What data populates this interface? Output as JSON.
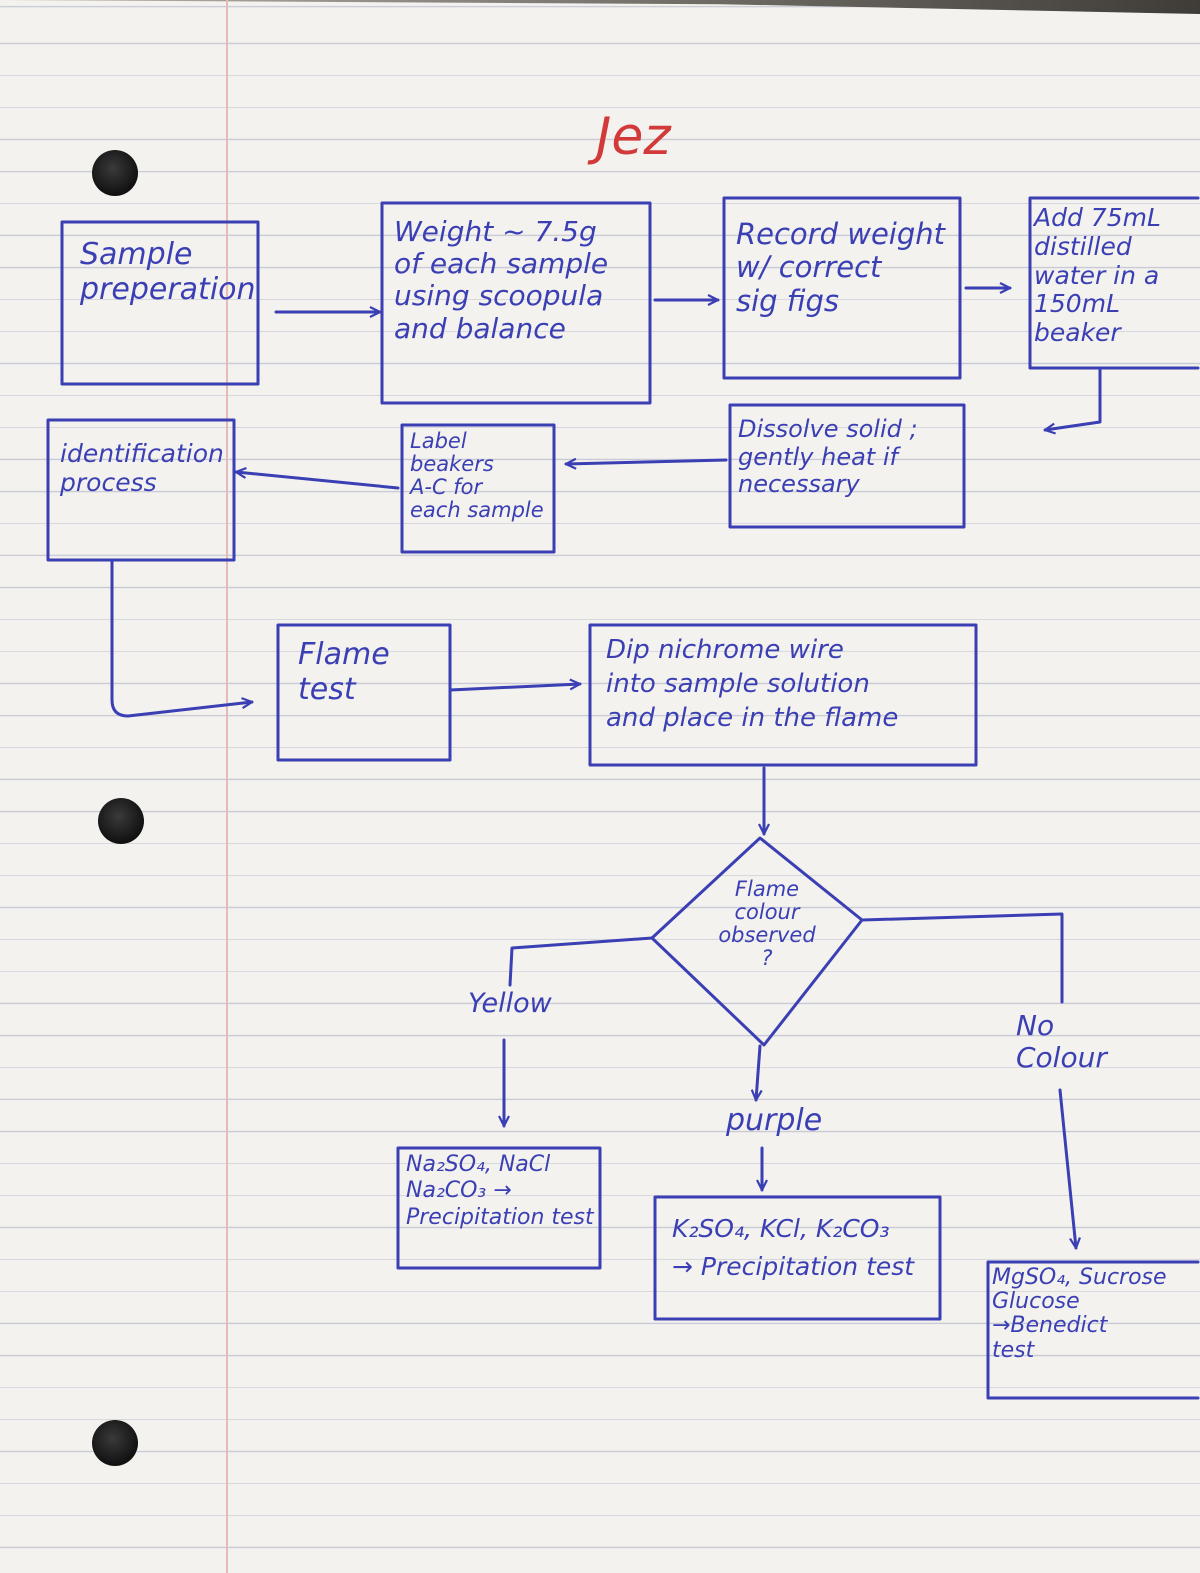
{
  "signature": "Jez",
  "nodes": {
    "sample_prep": "Sample\npreperation",
    "weigh": "Weight ~ 7.5g\nof each sample\nusing scoopula\nand balance",
    "record": "Record weight\nw/ correct\nsig figs",
    "add_water": "Add 75mL\ndistilled\nwater in a\n150mL beaker",
    "dissolve": "Dissolve solid ;\ngently heat if\nnecessary",
    "label": "Label\nbeakers\nA-C for\neach sample",
    "identification": "identification\nprocess",
    "flame_test": "Flame\ntest",
    "dip": "Dip nichrome wire\ninto sample solution\nand place in the flame",
    "decision": "Flame\ncolour\nobserved\n?",
    "sodium": "Na₂SO₄, NaCl\nNa₂CO₃ →\nPrecipitation test",
    "potassium": "K₂SO₄, KCl, K₂CO₃\n→ Precipitation test",
    "other": "MgSO₄, Sucrose\nGlucose\n→Benedict\ntest"
  },
  "branches": {
    "yellow": "Yellow",
    "purple": "purple",
    "no_colour": "No\nColour"
  },
  "colors": {
    "ink": "#3b3fb4",
    "red_ink": "#d23a3a"
  }
}
